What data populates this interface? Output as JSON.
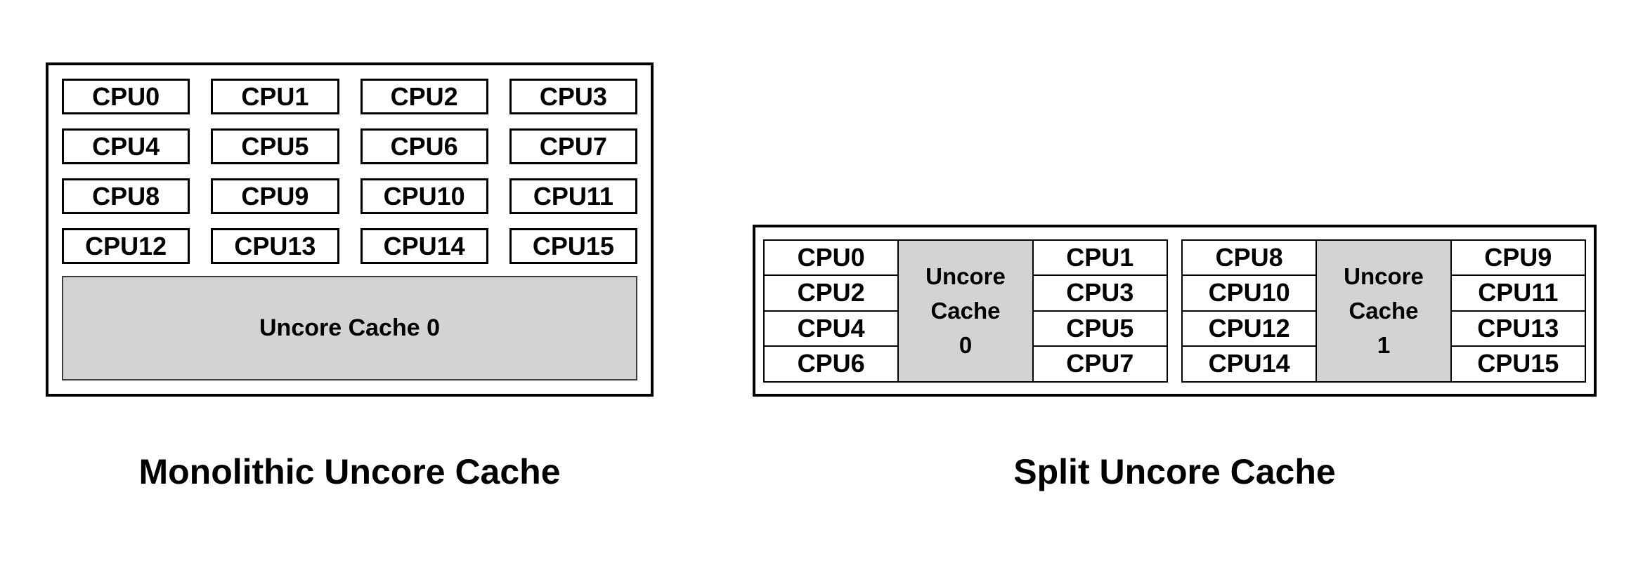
{
  "diagrams": {
    "monolithic": {
      "caption": "Monolithic Uncore Cache",
      "cpus": [
        "CPU0",
        "CPU1",
        "CPU2",
        "CPU3",
        "CPU4",
        "CPU5",
        "CPU6",
        "CPU7",
        "CPU8",
        "CPU9",
        "CPU10",
        "CPU11",
        "CPU12",
        "CPU13",
        "CPU14",
        "CPU15"
      ],
      "uncore_label": "Uncore Cache 0"
    },
    "split": {
      "caption": "Split Uncore Cache",
      "clusters": [
        {
          "left": [
            "CPU0",
            "CPU2",
            "CPU4",
            "CPU6"
          ],
          "uncore_lines": [
            "Uncore",
            "Cache",
            "0"
          ],
          "right": [
            "CPU1",
            "CPU3",
            "CPU5",
            "CPU7"
          ]
        },
        {
          "left": [
            "CPU8",
            "CPU10",
            "CPU12",
            "CPU14"
          ],
          "uncore_lines": [
            "Uncore",
            "Cache",
            "1"
          ],
          "right": [
            "CPU9",
            "CPU11",
            "CPU13",
            "CPU15"
          ]
        }
      ]
    }
  },
  "colors": {
    "uncore_fill": "#d3d3d3",
    "border": "#000000",
    "background": "#ffffff"
  }
}
